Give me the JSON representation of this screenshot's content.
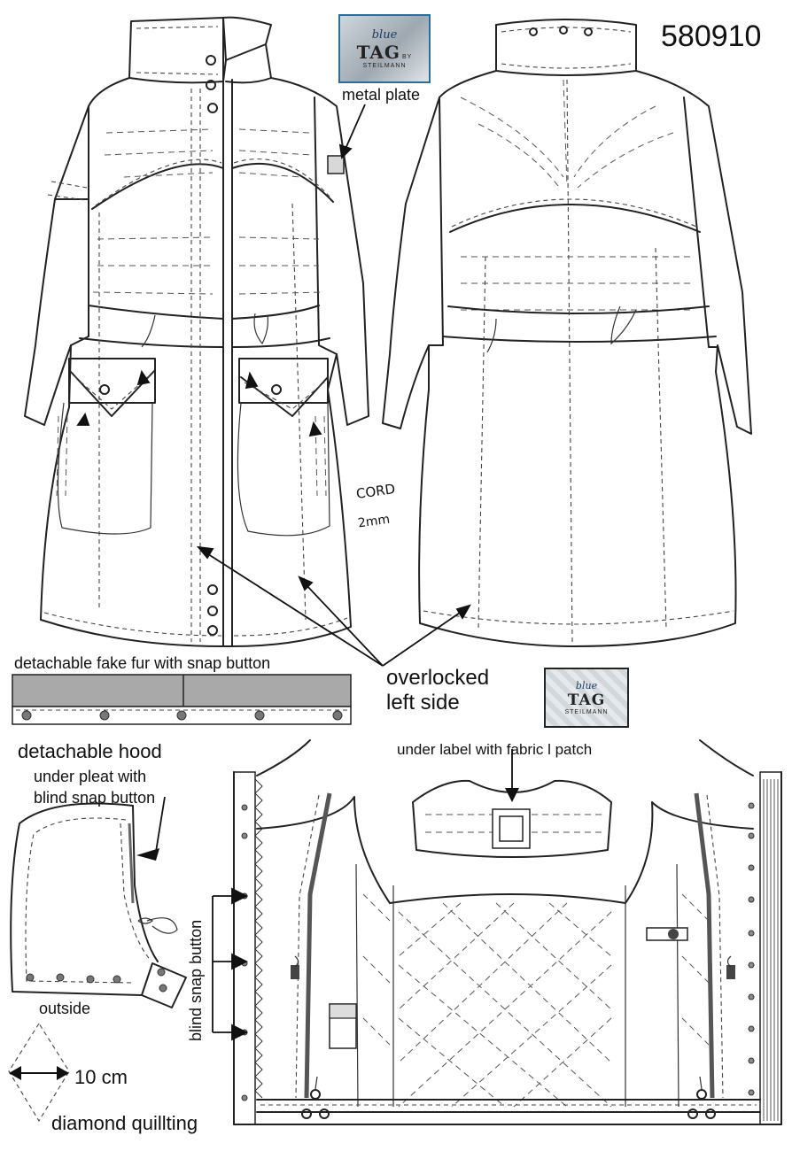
{
  "style_number": "580910",
  "labels": {
    "metal_plate": "metal plate",
    "cord": "CORD",
    "cord_size": "2mm",
    "fake_fur": "detachable fake fur with snap button",
    "overlocked_line1": "overlocked",
    "overlocked_line2": "left side",
    "under_label": "under label with fabric l patch",
    "detachable_hood": "detachable hood",
    "under_pleat_line1": "under pleat with",
    "under_pleat_line2": "blind snap button",
    "blind_snap": "blind snap button",
    "outside": "outside",
    "size": "10 cm",
    "diamond_quilting": "diamond quillting"
  },
  "logo": {
    "script": "blue",
    "tag": "TAG",
    "by": "BY",
    "maker": "STEILMANN"
  },
  "colors": {
    "logo_border": "#2a6f97",
    "fur_fill": "#a9a9a9",
    "zipper": "#555555"
  }
}
